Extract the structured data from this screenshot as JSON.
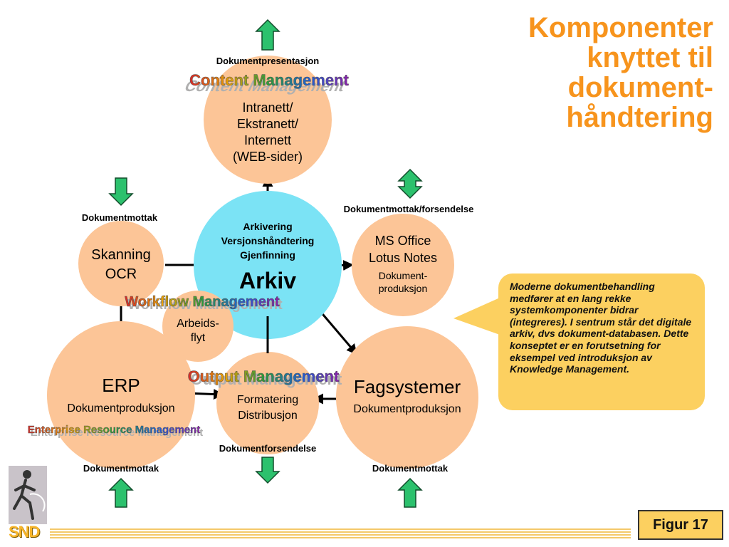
{
  "title": {
    "lines": [
      "Komponenter",
      "knyttet til",
      "dokument-",
      "håndtering"
    ]
  },
  "colors": {
    "peach": "#fcc597",
    "cyan": "#7be3f5",
    "orange": "#f7941d",
    "green": "#2cc16d",
    "box": "#fcd060"
  },
  "labels": {
    "dokumentpresentasjon": "Dokumentpresentasjon",
    "content_management": "Content Management",
    "dokumentmottak_left": "Dokumentmottak",
    "dokumentmottak_forsendelse": "Dokumentmottak/forsendelse",
    "workflow_management": "Workflow Management",
    "output_management": "Output Management",
    "enterprise_resource_management": "Enterprise Resource Management",
    "dokumentforsendelse": "Dokumentforsendelse",
    "dokumentmottak_bottom_left": "Dokumentmottak",
    "dokumentmottak_bottom_right": "Dokumentmottak"
  },
  "nodes": {
    "intranett": {
      "lines": [
        "Intranett/",
        "Ekstranett/",
        "Internett",
        "(WEB-sider)"
      ]
    },
    "arkiv": {
      "sub_lines": [
        "Arkivering",
        "Versjonshåndtering",
        "Gjenfinning"
      ],
      "main": "Arkiv"
    },
    "skanning": {
      "lines": [
        "Skanning",
        "OCR"
      ]
    },
    "msoffice": {
      "lines": [
        "MS Office",
        "Lotus Notes"
      ],
      "sub_lines": [
        "Dokument-",
        "produksjon"
      ]
    },
    "arbeidsflyt": {
      "lines": [
        "Arbeids-",
        "flyt"
      ]
    },
    "erp": {
      "main": "ERP",
      "sub": "Dokumentproduksjon"
    },
    "formatering": {
      "lines": [
        "Formatering",
        "Distribusjon"
      ]
    },
    "fagsystemer": {
      "main": "Fagsystemer",
      "sub": "Dokumentproduksjon"
    }
  },
  "info_text": "Moderne dokumentbehandling medfører at en lang rekke systemkomponenter bidrar (integreres). I sentrum står det digitale arkiv, dvs dokument-databasen. Dette konseptet er en forutsetning for eksempel ved introduksjon av Knowledge Management.",
  "figure_label": "Figur 17",
  "logo": {
    "text": "SND"
  }
}
